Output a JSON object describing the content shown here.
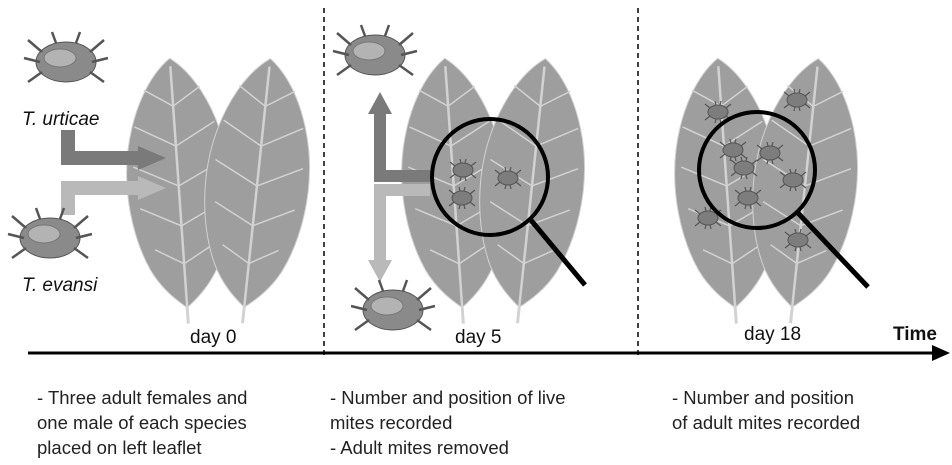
{
  "species": {
    "top": "T. urticae",
    "bottom": "T. evansi"
  },
  "timeline": {
    "axis_label": "Time",
    "days": [
      "day 0",
      "day 5",
      "day 18"
    ]
  },
  "descriptions": [
    "- Three adult females and\none male of each species\nplaced on left leaflet",
    "- Number and position of live\nmites recorded\n- Adult mites removed",
    "- Number and position\nof adult mites recorded"
  ],
  "colors": {
    "leaf": "#9e9e9e",
    "leaf_vein": "#d2d2d2",
    "arrow_dark": "#7a7a7a",
    "arrow_light": "#b9b9b9",
    "mite": "#8a8a8a",
    "lens": "#000000"
  }
}
